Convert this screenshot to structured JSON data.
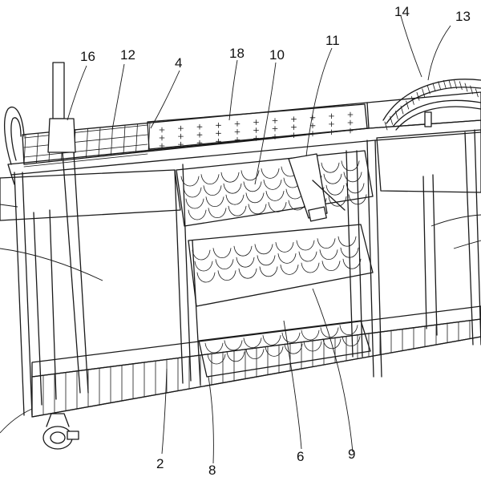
{
  "labels": {
    "n2": "2",
    "n4": "4",
    "n6": "6",
    "n8": "8",
    "n9": "9",
    "n10": "10",
    "n11": "11",
    "n12": "12",
    "n13": "13",
    "n14": "14",
    "n16": "16",
    "n18": "18"
  },
  "colors": {
    "line": "#1a1a1a",
    "background": "#ffffff"
  }
}
